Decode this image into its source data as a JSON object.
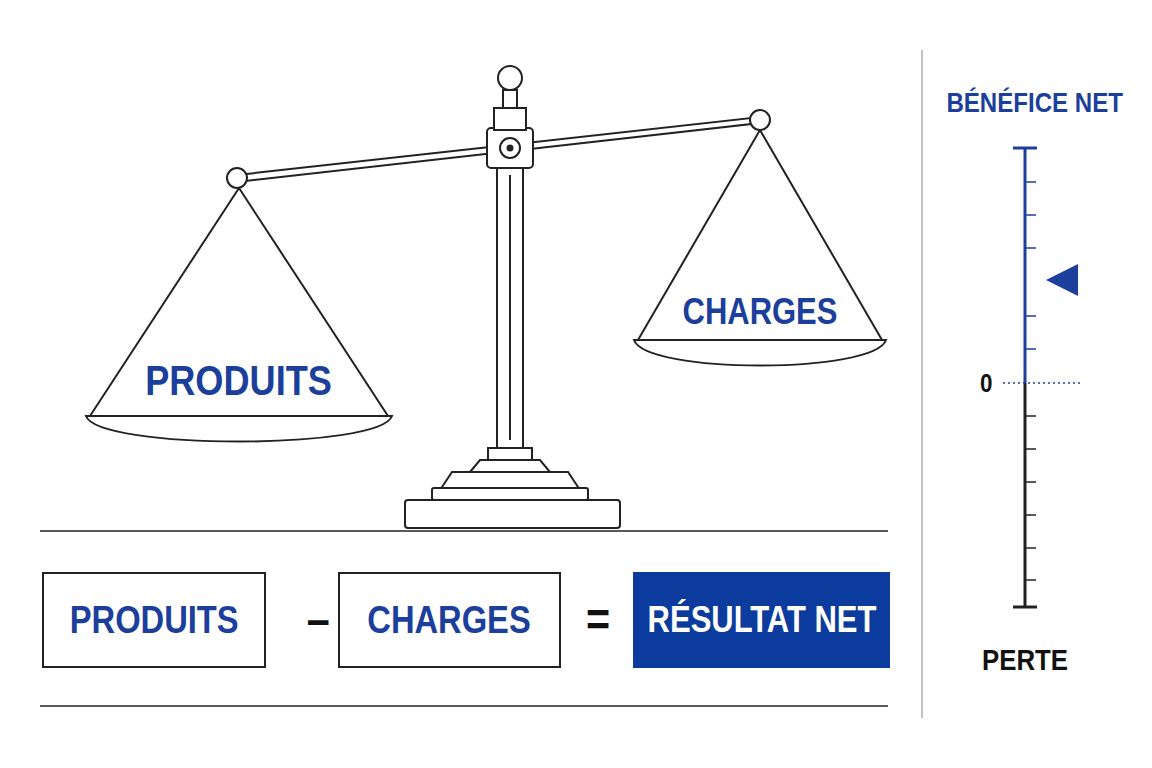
{
  "diagram": {
    "nodes": [
      {
        "text": [
          "PRODUITS"
        ]
      },
      {
        "text": [
          "CHARGES"
        ]
      },
      {
        "text": [
          "PRODUITS"
        ]
      },
      {
        "text": [
          "CHARGES"
        ]
      },
      {
        "text": [
          "RÉSULTAT NET"
        ]
      }
    ],
    "labels": [
      "–",
      "=",
      "BÉNÉFICE NET",
      "0",
      "PERTE"
    ]
  }
}
